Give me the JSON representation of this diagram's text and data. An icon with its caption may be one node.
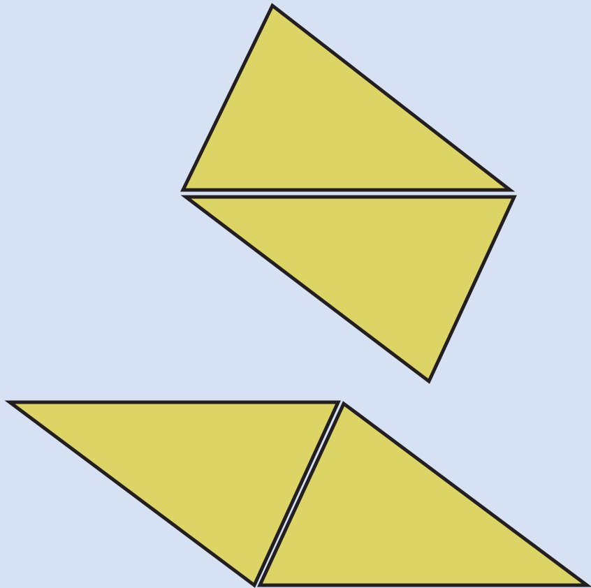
{
  "diagram": {
    "nodes": [
      {
        "text": [],
        "shape": "triangle"
      },
      {
        "text": [],
        "shape": "triangle"
      },
      {
        "text": [],
        "shape": "triangle"
      },
      {
        "text": [],
        "shape": "triangle"
      }
    ]
  }
}
